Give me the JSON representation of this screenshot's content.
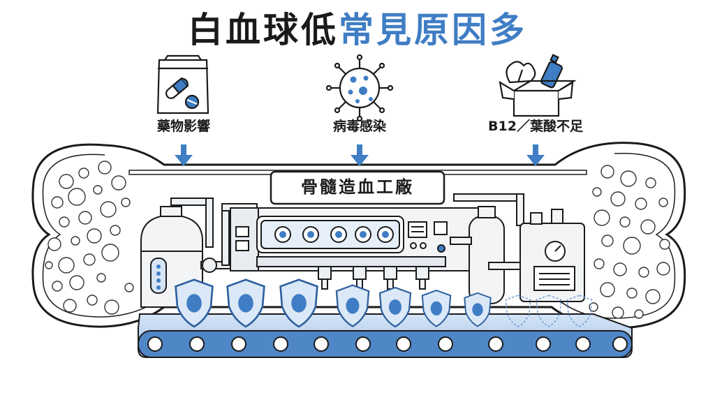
{
  "title": {
    "part1": "白血球低",
    "part2": "常見原因多"
  },
  "causes": [
    {
      "label": "藥物影響",
      "icon": "medicine-bag-icon"
    },
    {
      "label": "病毒感染",
      "icon": "virus-icon"
    },
    {
      "label": "B12／葉酸不足",
      "icon": "vegetable-box-icon"
    }
  ],
  "factory": {
    "label": "骨髓造血工廠"
  },
  "colors": {
    "accent": "#3f7dc4",
    "light": "#c9dcf1",
    "ink": "#1a1a1a"
  }
}
